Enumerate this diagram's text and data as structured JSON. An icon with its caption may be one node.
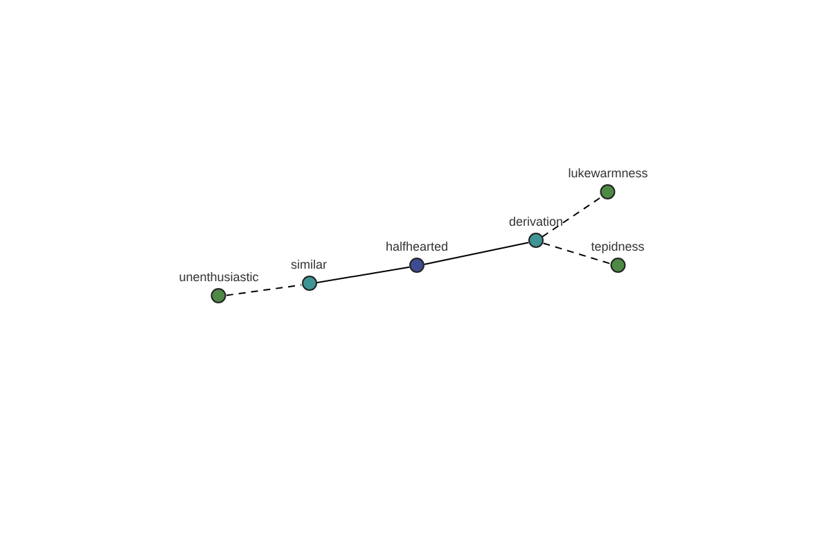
{
  "diagram": {
    "nodes": [
      {
        "text": [
          "unenthusiastic"
        ]
      },
      {
        "text": [
          "similar"
        ]
      },
      {
        "text": [
          "halfhearted"
        ]
      },
      {
        "text": [
          "derivation"
        ]
      },
      {
        "text": [
          "lukewarmness"
        ]
      },
      {
        "text": [
          "tepidness"
        ]
      }
    ],
    "edges": [
      {
        "from": 0,
        "to": 1,
        "arrow": "none",
        "style": "dashed"
      },
      {
        "from": 1,
        "to": 2,
        "arrow": "none"
      },
      {
        "from": 2,
        "to": 3,
        "arrow": "none"
      },
      {
        "from": 3,
        "to": 4,
        "arrow": "none",
        "style": "dashed"
      },
      {
        "from": 3,
        "to": 5,
        "arrow": "none",
        "style": "dashed"
      }
    ]
  }
}
